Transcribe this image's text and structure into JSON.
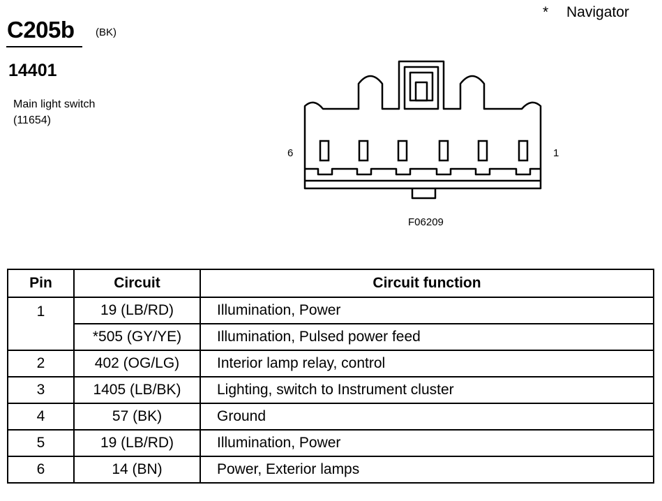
{
  "header": {
    "connector_id": "C205b",
    "connector_color": "(BK)",
    "part_number": "14401",
    "description_line1": "Main light switch",
    "description_line2": "(11654)",
    "footnote_star": "*",
    "footnote_text": "Navigator"
  },
  "diagram": {
    "pin_left_label": "6",
    "pin_right_label": "1",
    "figure_id": "F06209"
  },
  "table": {
    "headers": [
      "Pin",
      "Circuit",
      "Circuit function"
    ],
    "rows": [
      {
        "pin": "1",
        "circuit": "19 (LB/RD)",
        "function": "Illumination, Power"
      },
      {
        "pin": "",
        "circuit": "*505 (GY/YE)",
        "function": "Illumination, Pulsed power feed"
      },
      {
        "pin": "2",
        "circuit": "402 (OG/LG)",
        "function": "Interior lamp relay, control"
      },
      {
        "pin": "3",
        "circuit": "1405 (LB/BK)",
        "function": "Lighting, switch to Instrument cluster"
      },
      {
        "pin": "4",
        "circuit": "57 (BK)",
        "function": "Ground"
      },
      {
        "pin": "5",
        "circuit": "19 (LB/RD)",
        "function": "Illumination, Power"
      },
      {
        "pin": "6",
        "circuit": "14 (BN)",
        "function": "Power, Exterior lamps"
      }
    ]
  }
}
